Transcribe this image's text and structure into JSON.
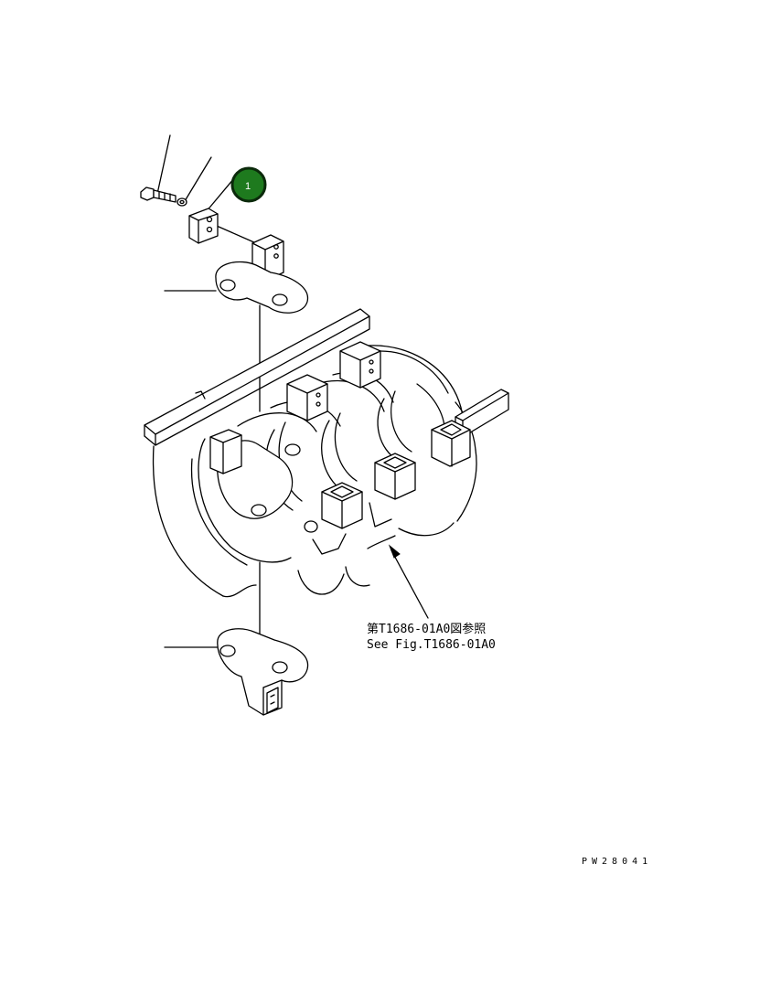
{
  "part_callouts": [
    {
      "id": "item-1",
      "label": "1",
      "color": "#1e7a1e",
      "border": "#0b2a0b"
    }
  ],
  "reference_note": {
    "line_jp": "第T1686-01A0図参照",
    "line_en": "See Fig.T1686-01A0"
  },
  "drawing_id": "PW28041"
}
